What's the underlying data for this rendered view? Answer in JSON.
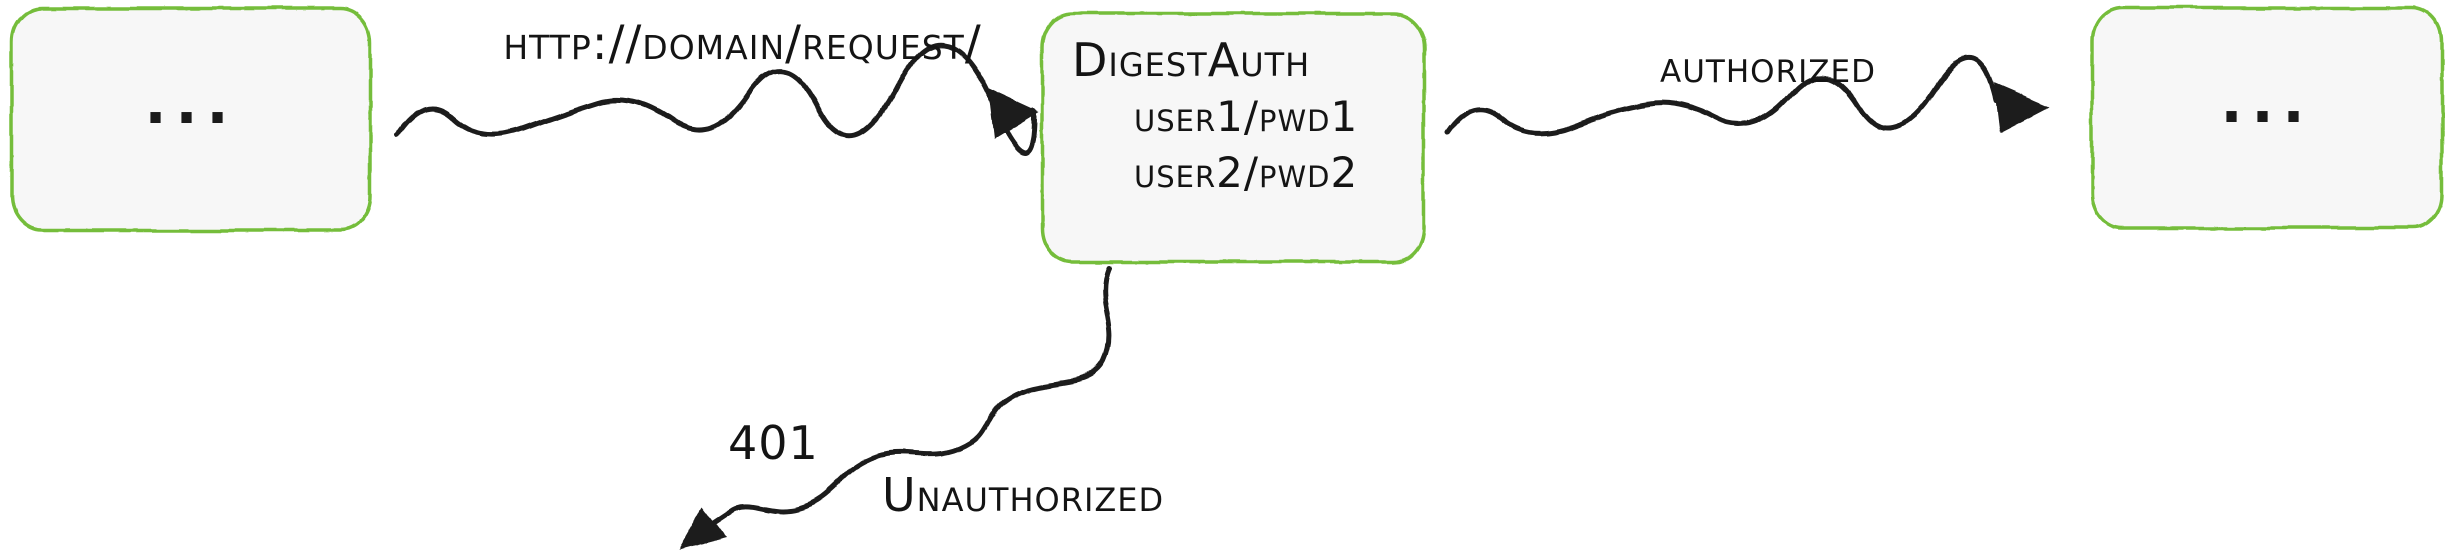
{
  "diagram": {
    "title": "digest auth flow",
    "nodes": {
      "left": {
        "label": "..."
      },
      "auth": {
        "title": "DigestAuth",
        "credentials": [
          "user1/pwd1",
          "user2/pwd2"
        ]
      },
      "right": {
        "label": "..."
      }
    },
    "edges": {
      "request": {
        "label": "http://domain/request/"
      },
      "authorized": {
        "label": "authorized"
      },
      "unauthorized": {
        "code": "401",
        "label": "Unauthorized"
      }
    },
    "colors": {
      "node_border": "#74bd3b",
      "node_fill": "#f7f7f7",
      "line_stroke": "#1c1c1c",
      "background": "#ffffff"
    }
  }
}
